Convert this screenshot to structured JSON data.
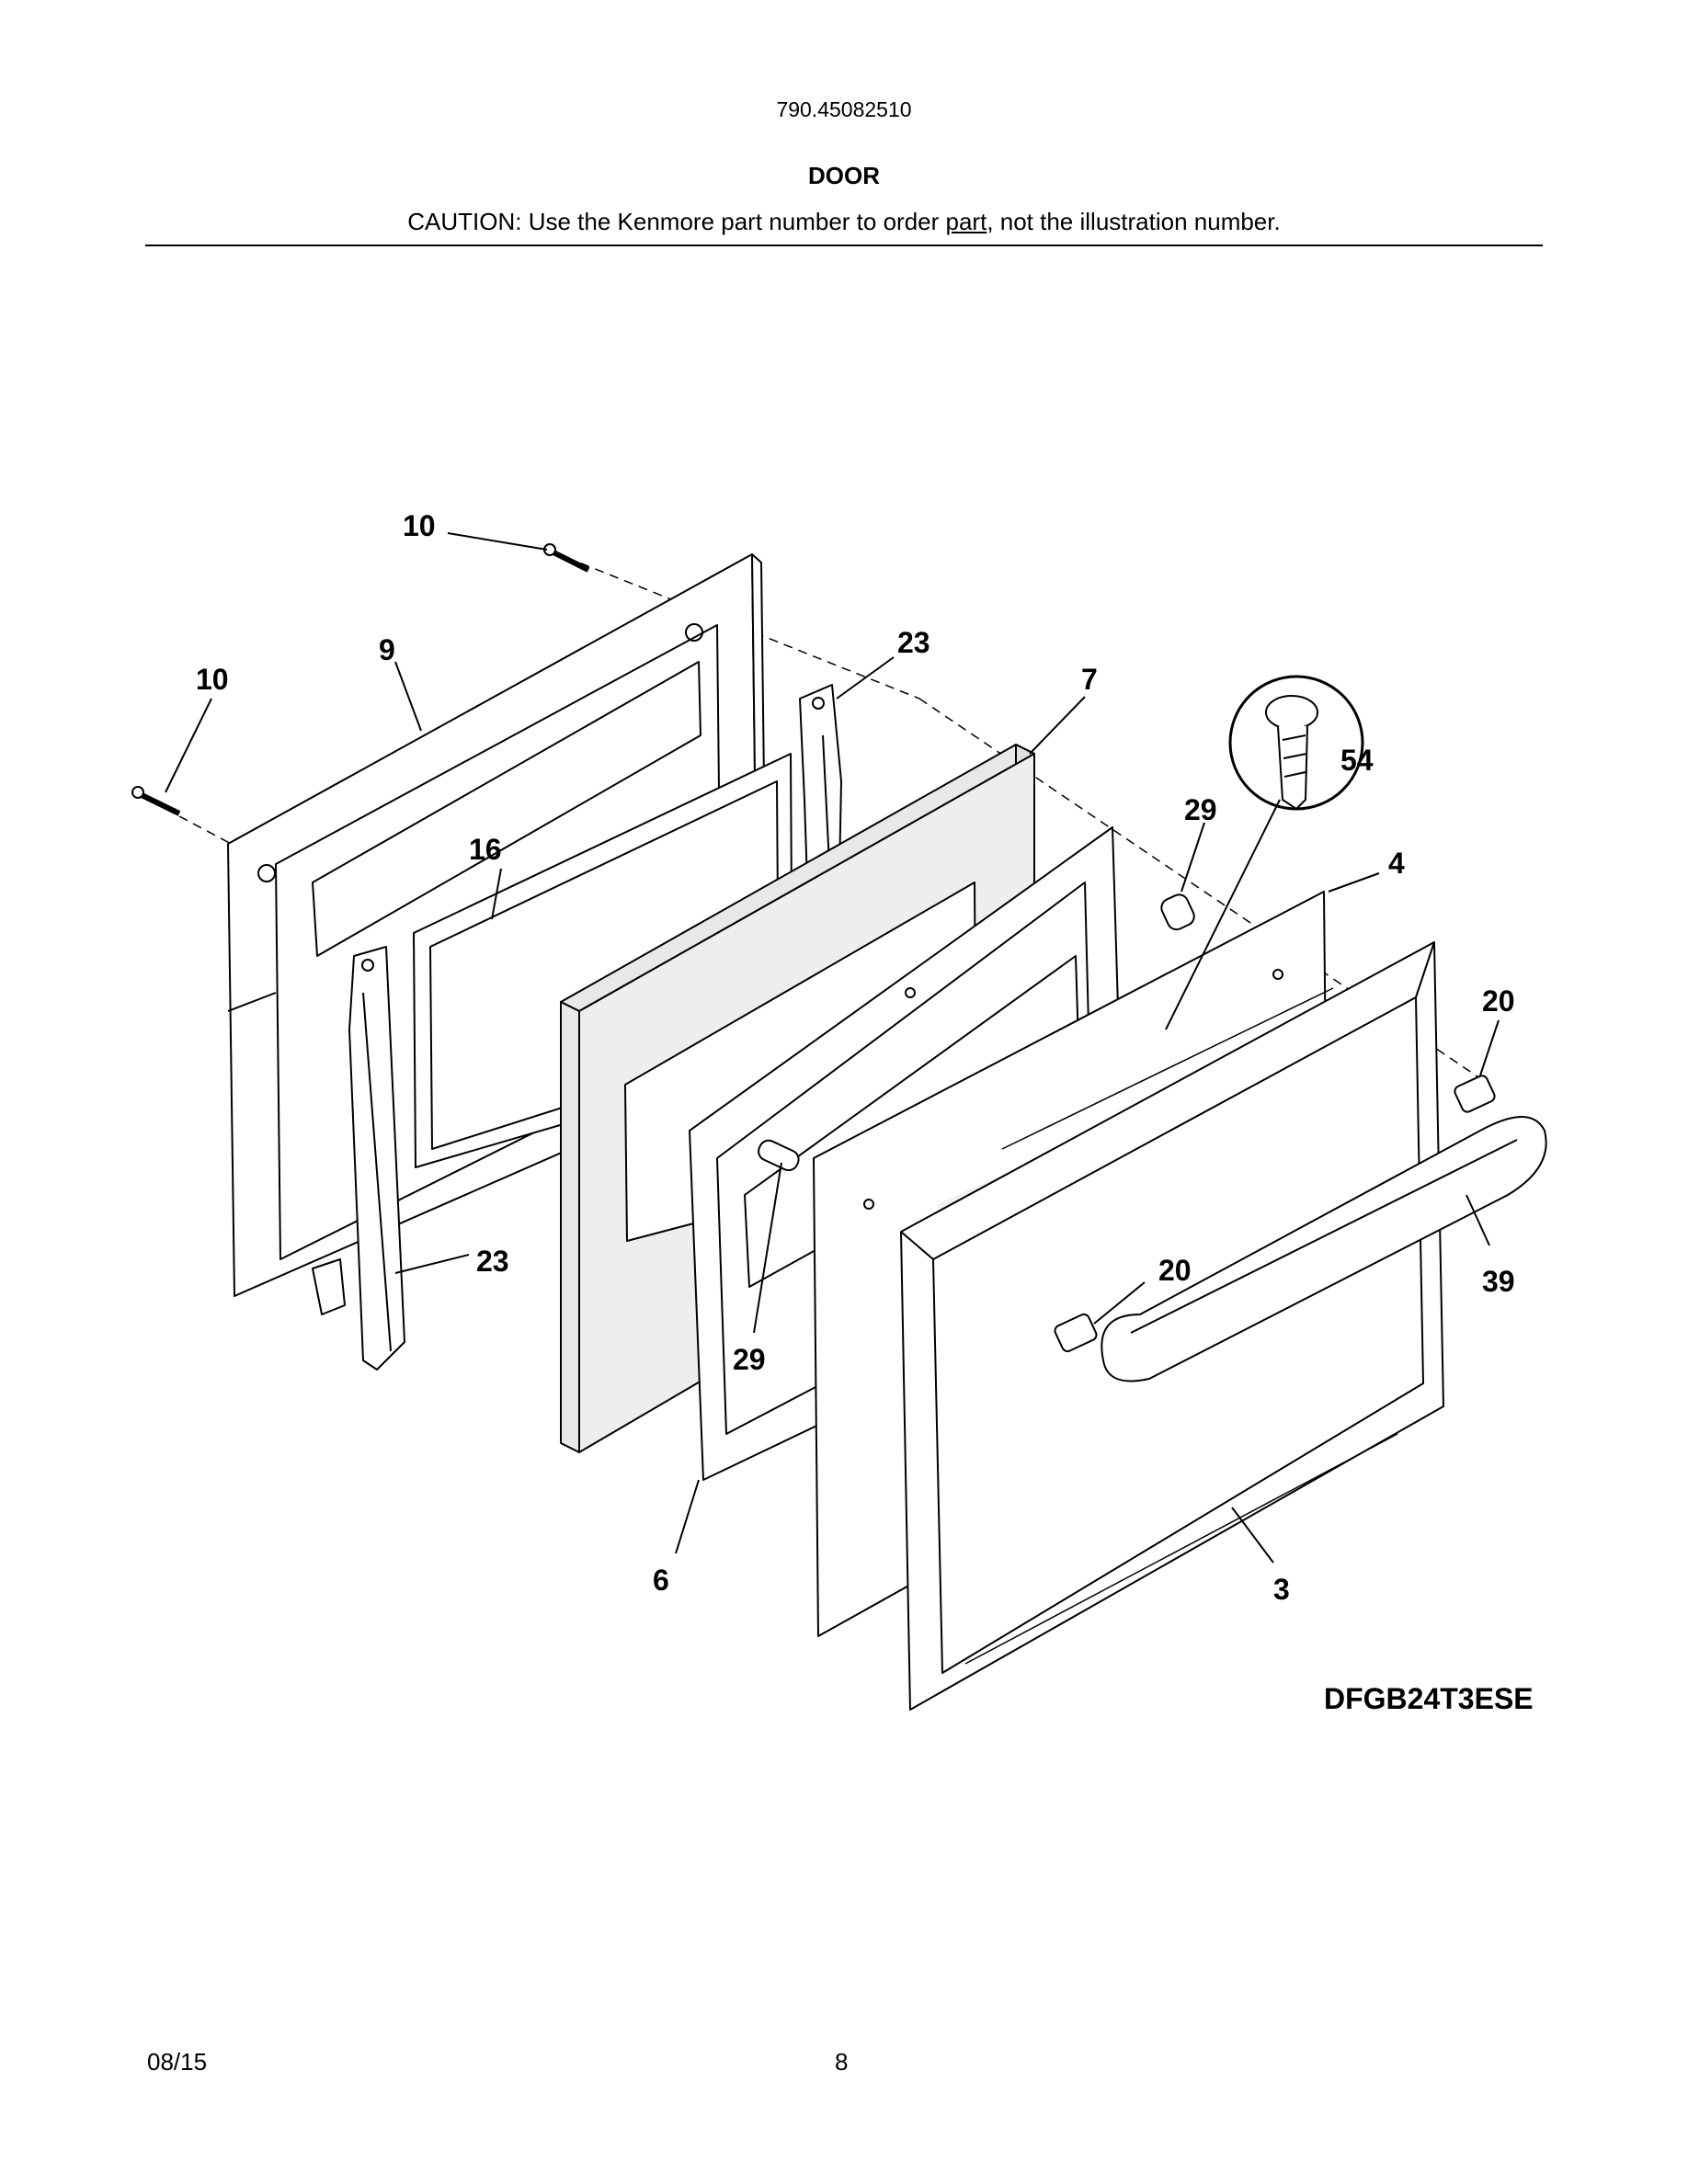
{
  "header": {
    "model_number": "790.45082510",
    "section_title": "DOOR",
    "caution_prefix": "CAUTION: Use the Kenmore part number to order ",
    "caution_link": "part",
    "caution_suffix": ", not the illustration number."
  },
  "diagram": {
    "model_code": "DFGB24T3ESE",
    "callouts": {
      "screw_top": "10",
      "screw_left": "10",
      "inner_panel": "9",
      "hinge_top": "23",
      "hinge_bottom": "23",
      "insulation": "7",
      "screw_detail": "54",
      "spacer_top": "29",
      "spacer_bottom": "29",
      "glass_outer": "4",
      "window_glass": "16",
      "bracket_right": "20",
      "bracket_center": "20",
      "handle": "39",
      "door_frame": "3",
      "glass_pack": "6"
    }
  },
  "footer": {
    "date": "08/15",
    "page_number": "8"
  }
}
